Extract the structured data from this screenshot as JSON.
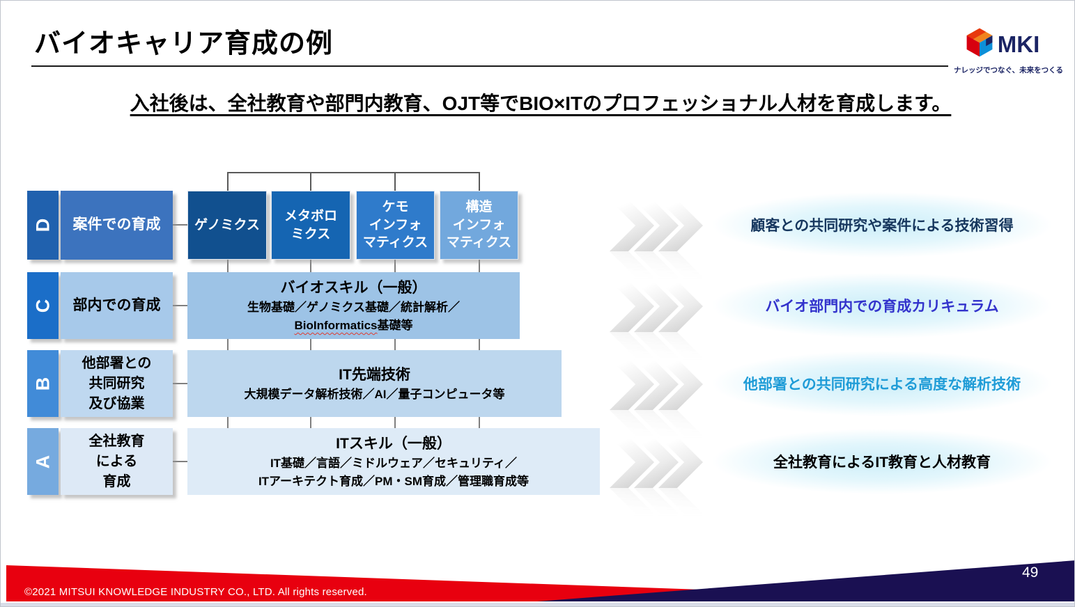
{
  "header": {
    "title": "バイオキャリア育成の例",
    "logo": {
      "text": "MKI",
      "tagline": "ナレッジでつなぐ、未来をつくる"
    }
  },
  "subtitle": "入社後は、全社教育や部門内教育、OJT等でBIO×ITのプロフェッショナル人材を育成します。",
  "diagram": {
    "top_boxes": [
      {
        "label": "ゲノミクス"
      },
      {
        "label": "メタボロ\nミクス"
      },
      {
        "label": "ケモ\nインフォ\nマティクス"
      },
      {
        "label": "構造\nインフォ\nマティクス"
      }
    ],
    "rows": [
      {
        "letter": "D",
        "label": "案件での育成",
        "outcome": "顧客との共同研究や案件による技術習得",
        "outcome_color": "#17375E"
      },
      {
        "letter": "C",
        "label": "部内での育成",
        "box_title": "バイオスキル（一般）",
        "box_line2": "生物基礎／ゲノミクス基礎／統計解析／",
        "box_line3_en": "BioInformatics",
        "box_line3_tail": "基礎等",
        "outcome": "バイオ部門内での育成カリキュラム",
        "outcome_color": "#3333CC"
      },
      {
        "letter": "B",
        "label": "他部署との\n共同研究\n及び協業",
        "box_title": "IT先端技術",
        "box_line2": "大規模データ解析技術／AI／量子コンピュータ等",
        "outcome": "他部署との共同研究による高度な解析技術",
        "outcome_color": "#1F9CD7"
      },
      {
        "letter": "A",
        "label": "全社教育\nによる\n育成",
        "box_title": "ITスキル（一般）",
        "box_line2": "IT基礎／言語／ミドルウェア／セキュリティ／",
        "box_line3": "ITアーキテクト育成／PM・SM育成／管理職育成等",
        "outcome": "全社教育によるIT教育と人材教育",
        "outcome_color": "#000000"
      }
    ]
  },
  "footer": {
    "copyright": "©2021 MITSUI KNOWLEDGE INDUSTRY CO., LTD. All rights reserved.",
    "page_number": "49"
  },
  "colors": {
    "footer_red": "#E8000F",
    "footer_navy": "#1A1052",
    "bracket_gray": "#595959",
    "box_dark_blue": "#11508F",
    "box_light_blue": "#DEEBF7",
    "logo_navy": "#1B2464"
  }
}
